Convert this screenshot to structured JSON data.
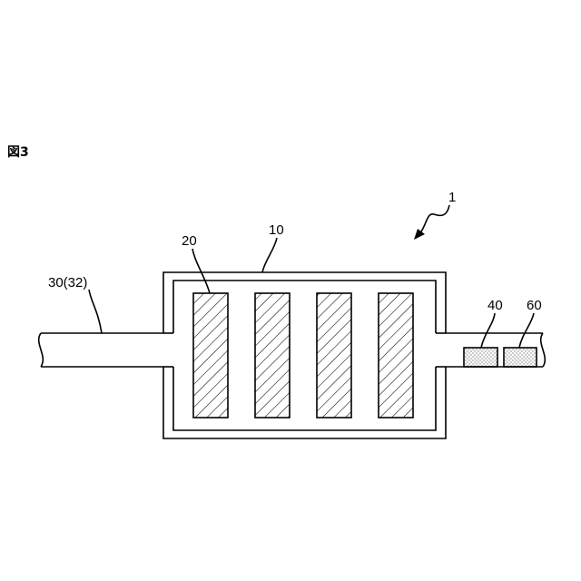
{
  "figure_label": "図3",
  "labels": {
    "device": "1",
    "housing": "10",
    "catalyst": "20",
    "pipe": "30(32)",
    "sensor_a": "40",
    "sensor_b": "60"
  },
  "diagram": {
    "hatched_element_count": 4,
    "sensor_block_count": 2
  },
  "colors": {
    "line": "#000000",
    "background": "#ffffff",
    "dot_fill": "#7a7a7a"
  }
}
